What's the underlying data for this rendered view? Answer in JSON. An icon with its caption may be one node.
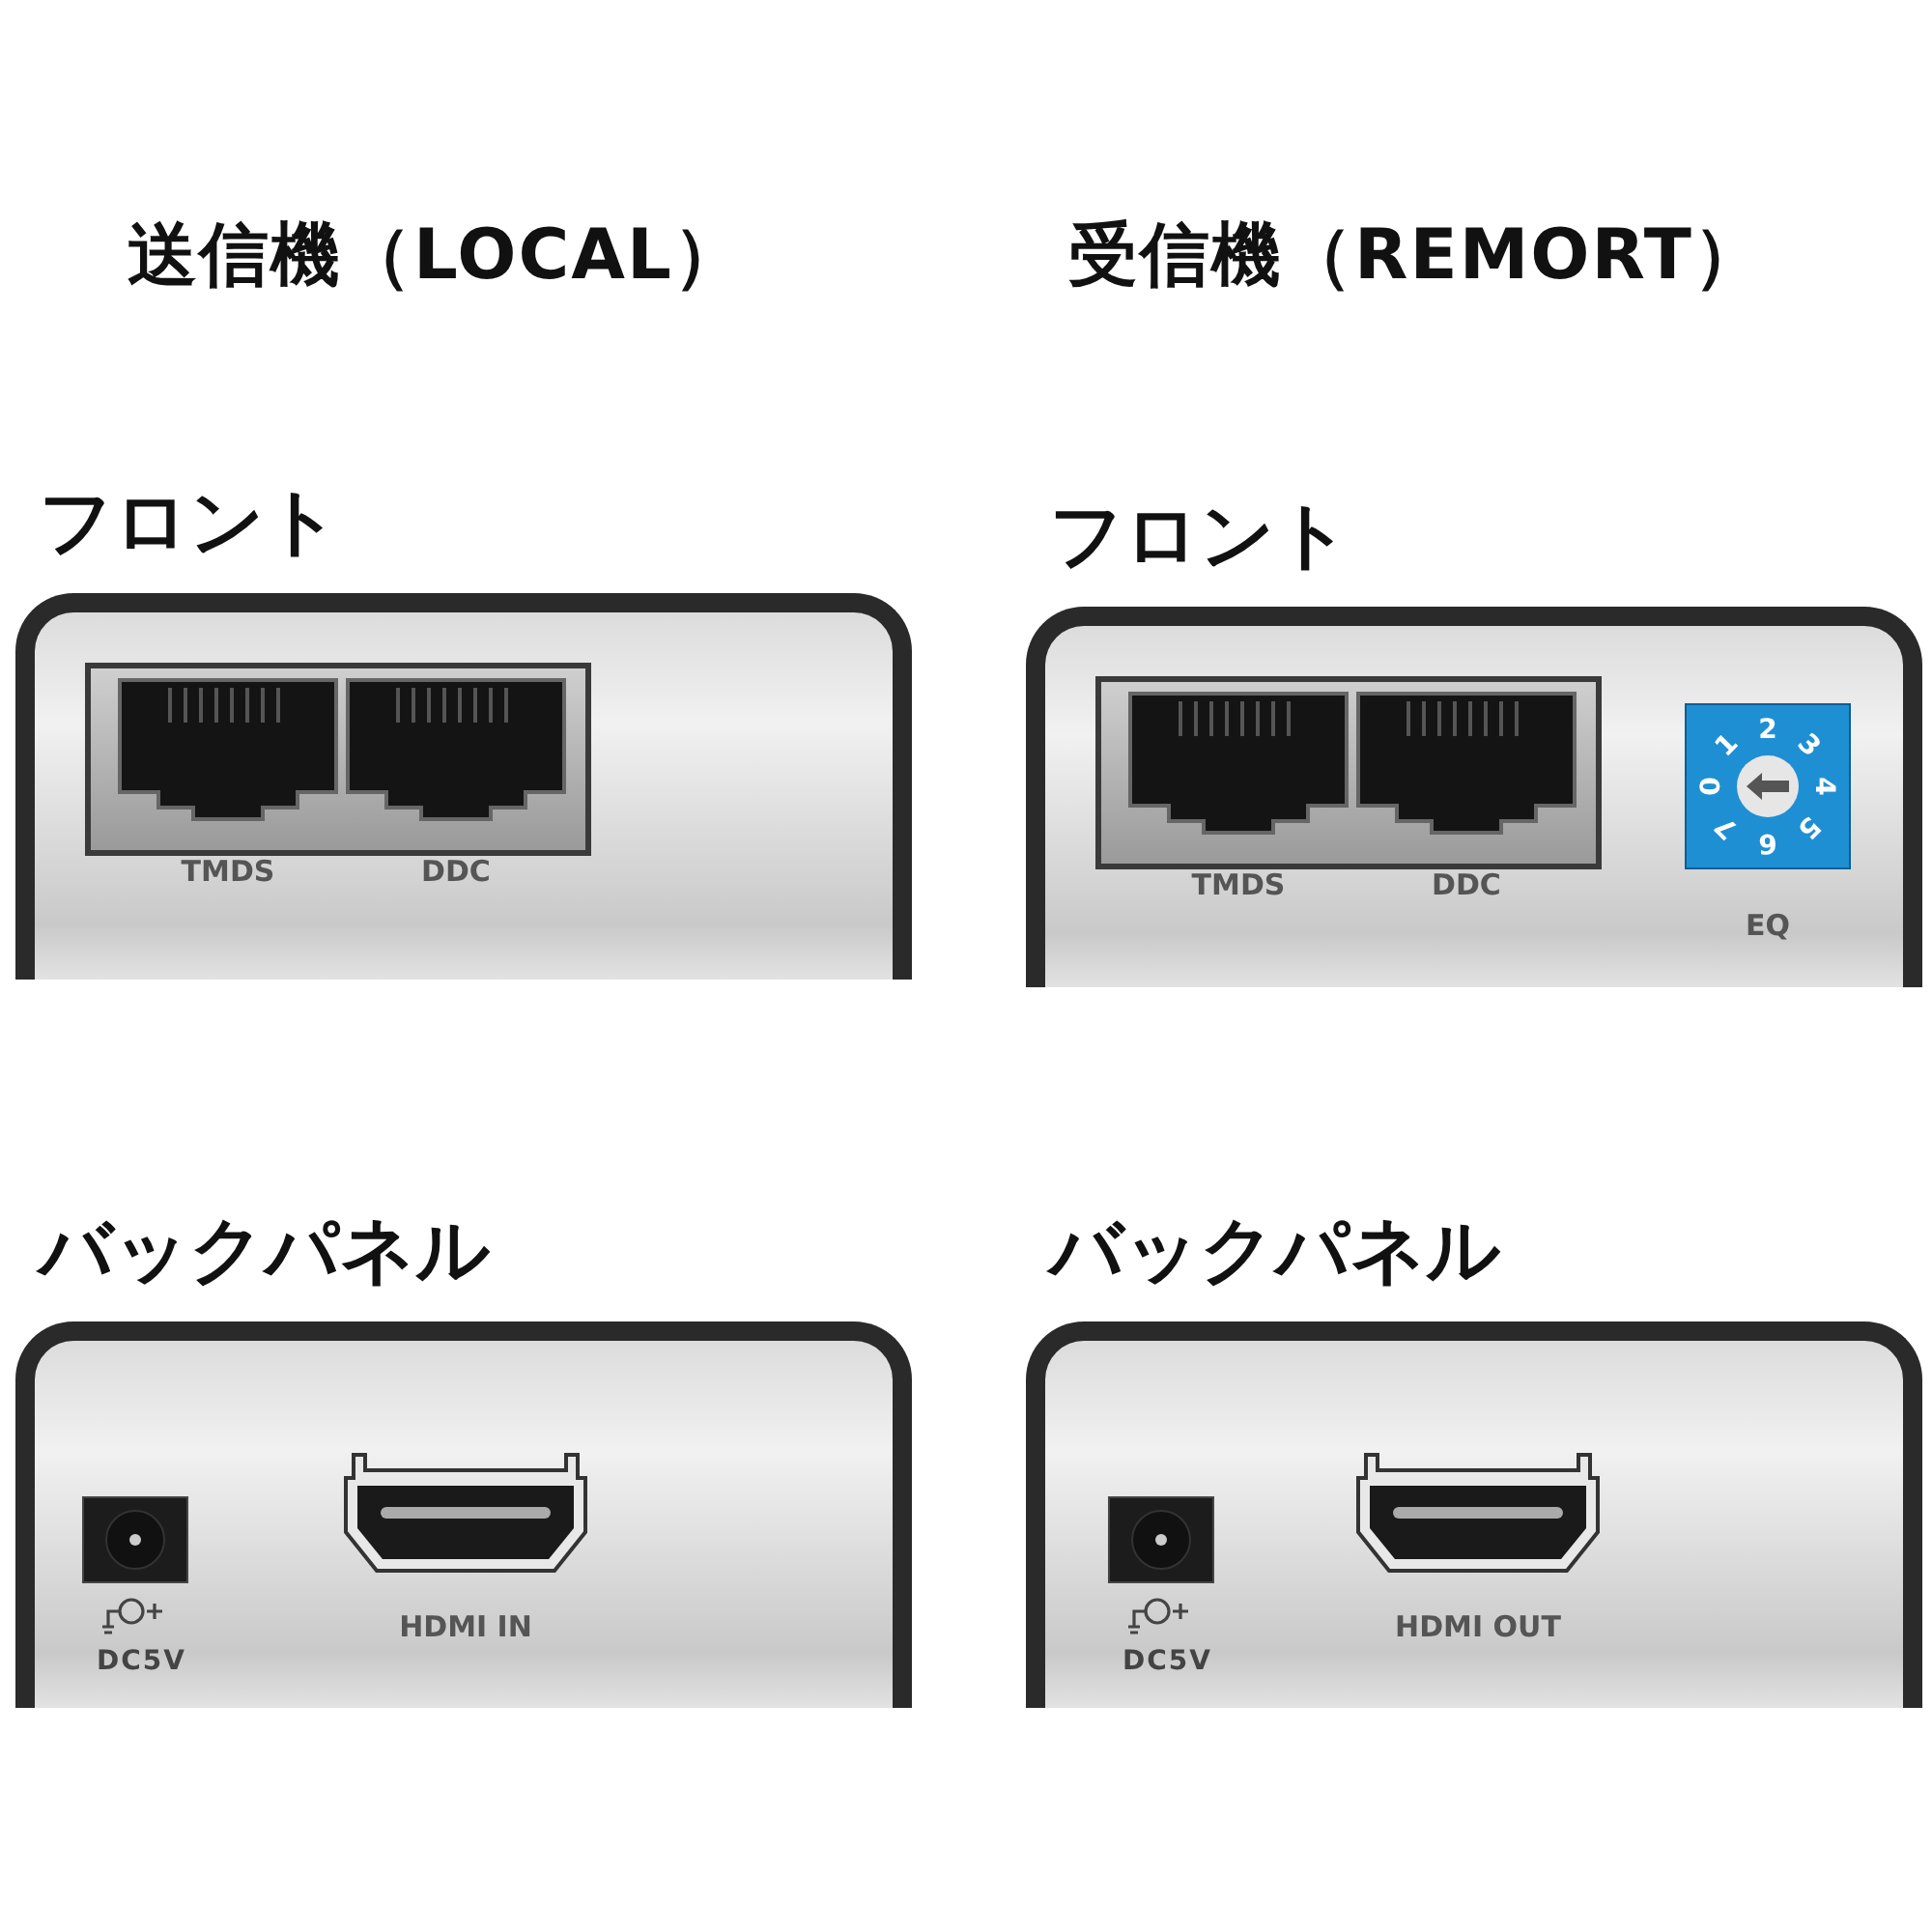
{
  "diagram": {
    "nodes": [
      {
        "text": [
          "フロント"
        ]
      },
      {
        "text": [
          "TMDS"
        ],
        "in": 0
      },
      {
        "text": [
          "DDC"
        ],
        "in": 0
      },
      {
        "text": [
          "フロント"
        ]
      },
      {
        "text": [
          "TMDS"
        ],
        "in": 3
      },
      {
        "text": [
          "DDC"
        ],
        "in": 3
      },
      {
        "text": [
          "EQ"
        ],
        "in": 3
      },
      {
        "text": [
          "バックパネル"
        ]
      },
      {
        "text": [
          "HDMI IN"
        ],
        "in": 7
      },
      {
        "text": [
          "バックパネル"
        ]
      },
      {
        "text": [
          "HDMI OUT"
        ],
        "in": 9
      }
    ],
    "labels": [
      "送信機（LOCAL）",
      "受信機（REMORT）",
      "0",
      "1",
      "2",
      "3",
      "4",
      "5",
      "6",
      "7",
      "DC5V",
      "DC5V"
    ]
  }
}
